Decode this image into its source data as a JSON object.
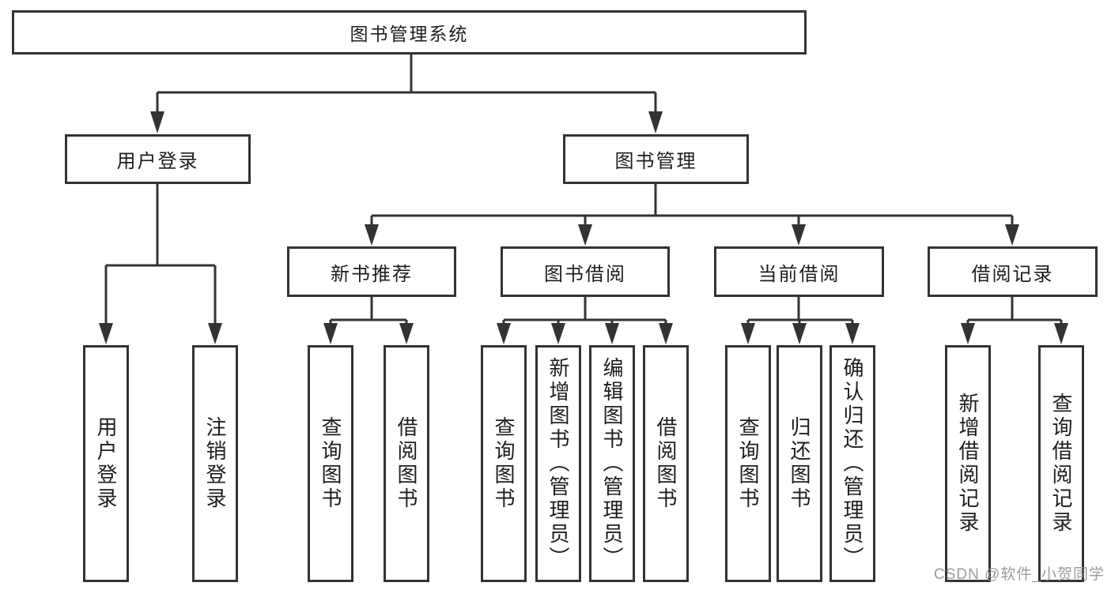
{
  "tree": {
    "root": {
      "label": "图书管理系统",
      "children": [
        {
          "label": "用户登录",
          "children": [
            {
              "label": "用户登录"
            },
            {
              "label": "注销登录"
            }
          ]
        },
        {
          "label": "图书管理",
          "children": [
            {
              "label": "新书推荐",
              "children": [
                {
                  "label": "查询图书"
                },
                {
                  "label": "借阅图书"
                }
              ]
            },
            {
              "label": "图书借阅",
              "children": [
                {
                  "label": "查询图书"
                },
                {
                  "label": "新增图书（管理员）"
                },
                {
                  "label": "编辑图书（管理员）"
                },
                {
                  "label": "借阅图书"
                }
              ]
            },
            {
              "label": "当前借阅",
              "children": [
                {
                  "label": "查询图书"
                },
                {
                  "label": "归还图书"
                },
                {
                  "label": "确认归还（管理员）"
                }
              ]
            },
            {
              "label": "借阅记录",
              "children": [
                {
                  "label": "新增借阅记录"
                },
                {
                  "label": "查询借阅记录"
                }
              ]
            }
          ]
        }
      ]
    }
  },
  "watermark": {
    "text": "CSDN @软件_小贺同学"
  },
  "colors": {
    "line": "#333333",
    "box_border": "#333333",
    "text": "#1e1e1e",
    "background": "#ffffff",
    "watermark": "#949494"
  }
}
